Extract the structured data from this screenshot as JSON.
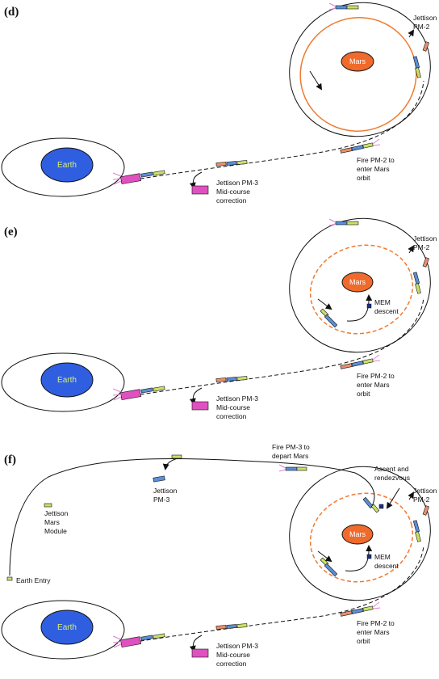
{
  "colors": {
    "earth": "#2f5fe0",
    "mars": "#f06a2c",
    "mars_orbit": "#f07a30",
    "module_blue": "#5b8fd6",
    "module_green": "#c8e06a",
    "module_pink": "#e050c0",
    "module_salmon": "#e8906e",
    "exhaust": "#e080d0"
  },
  "panels": [
    {
      "label": "(d)",
      "earth": "Earth",
      "mars": "Mars",
      "labels": {
        "jettison_pm2": [
          "Jettison",
          "PM-2"
        ],
        "fire_pm2": [
          "Fire PM-2 to",
          "enter Mars",
          "orbit"
        ],
        "jettison_pm3": [
          "Jettison PM-3",
          "Mid-course",
          "correction"
        ]
      }
    },
    {
      "label": "(e)",
      "earth": "Earth",
      "mars": "Mars",
      "labels": {
        "jettison_pm2": [
          "Jettison",
          "PM-2"
        ],
        "mem_descent": [
          "MEM",
          "descent"
        ],
        "fire_pm2": [
          "Fire PM-2 to",
          "enter Mars",
          "orbit"
        ],
        "jettison_pm3": [
          "Jettison PM-3",
          "Mid-course",
          "correction"
        ]
      }
    },
    {
      "label": "(f)",
      "earth": "Earth",
      "mars": "Mars",
      "labels": {
        "fire_pm3_depart": [
          "Fire PM-3 to",
          "depart Mars"
        ],
        "ascent": [
          "Ascent and",
          "rendezvous"
        ],
        "jettison_pm3_return": [
          "Jettison",
          "PM-3"
        ],
        "jettison_mars_module": [
          "Jettison",
          "Mars",
          "Module"
        ],
        "earth_entry": [
          "Earth Entry"
        ],
        "jettison_pm2": [
          "Jettison",
          "PM-2"
        ],
        "mem_descent": [
          "MEM",
          "descent"
        ],
        "fire_pm2": [
          "Fire PM-2 to",
          "enter Mars",
          "orbit"
        ],
        "jettison_pm3": [
          "Jettison PM-3",
          "Mid-course",
          "correction"
        ]
      }
    }
  ]
}
